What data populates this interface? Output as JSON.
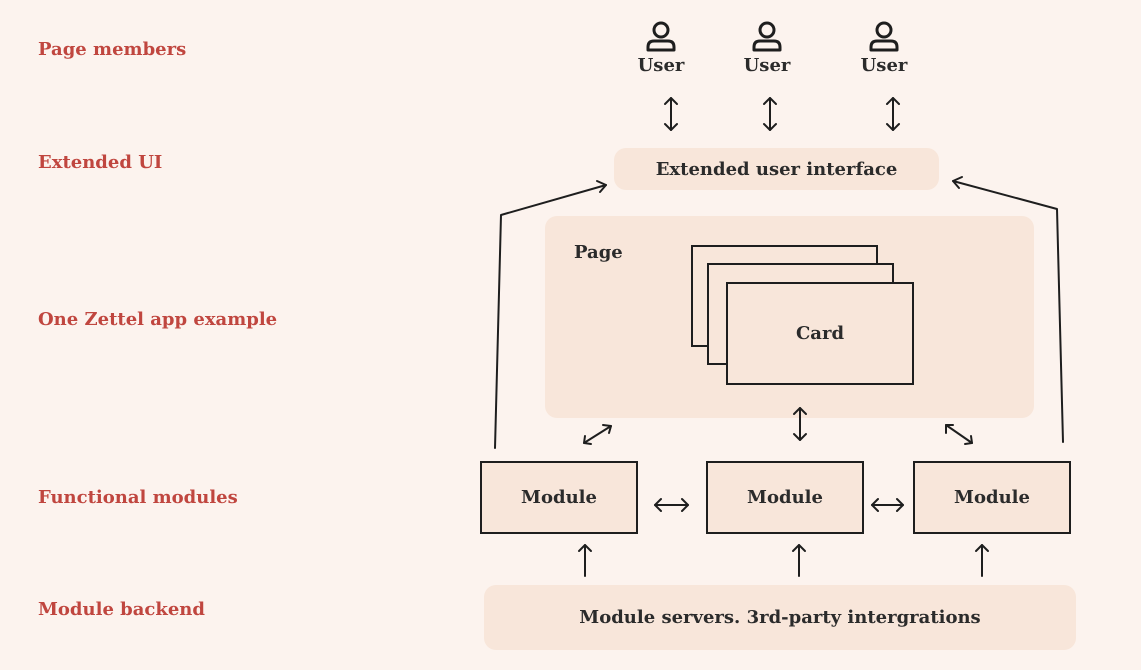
{
  "layers": {
    "page_members": "Page members",
    "extended_ui": "Extended UI",
    "zettel_app": "One Zettel app example",
    "functional_modules": "Functional modules",
    "module_backend": "Module backend"
  },
  "users": [
    "User",
    "User",
    "User"
  ],
  "extended_interface": "Extended user interface",
  "page": {
    "label": "Page",
    "card_label": "Card"
  },
  "modules": [
    "Module",
    "Module",
    "Module"
  ],
  "backend": "Module servers. 3rd-party intergrations",
  "colors": {
    "background": "#fcf3ee",
    "box_fill": "#f8e6da",
    "label_red": "#c0463f",
    "stroke": "#1e1e1e"
  }
}
